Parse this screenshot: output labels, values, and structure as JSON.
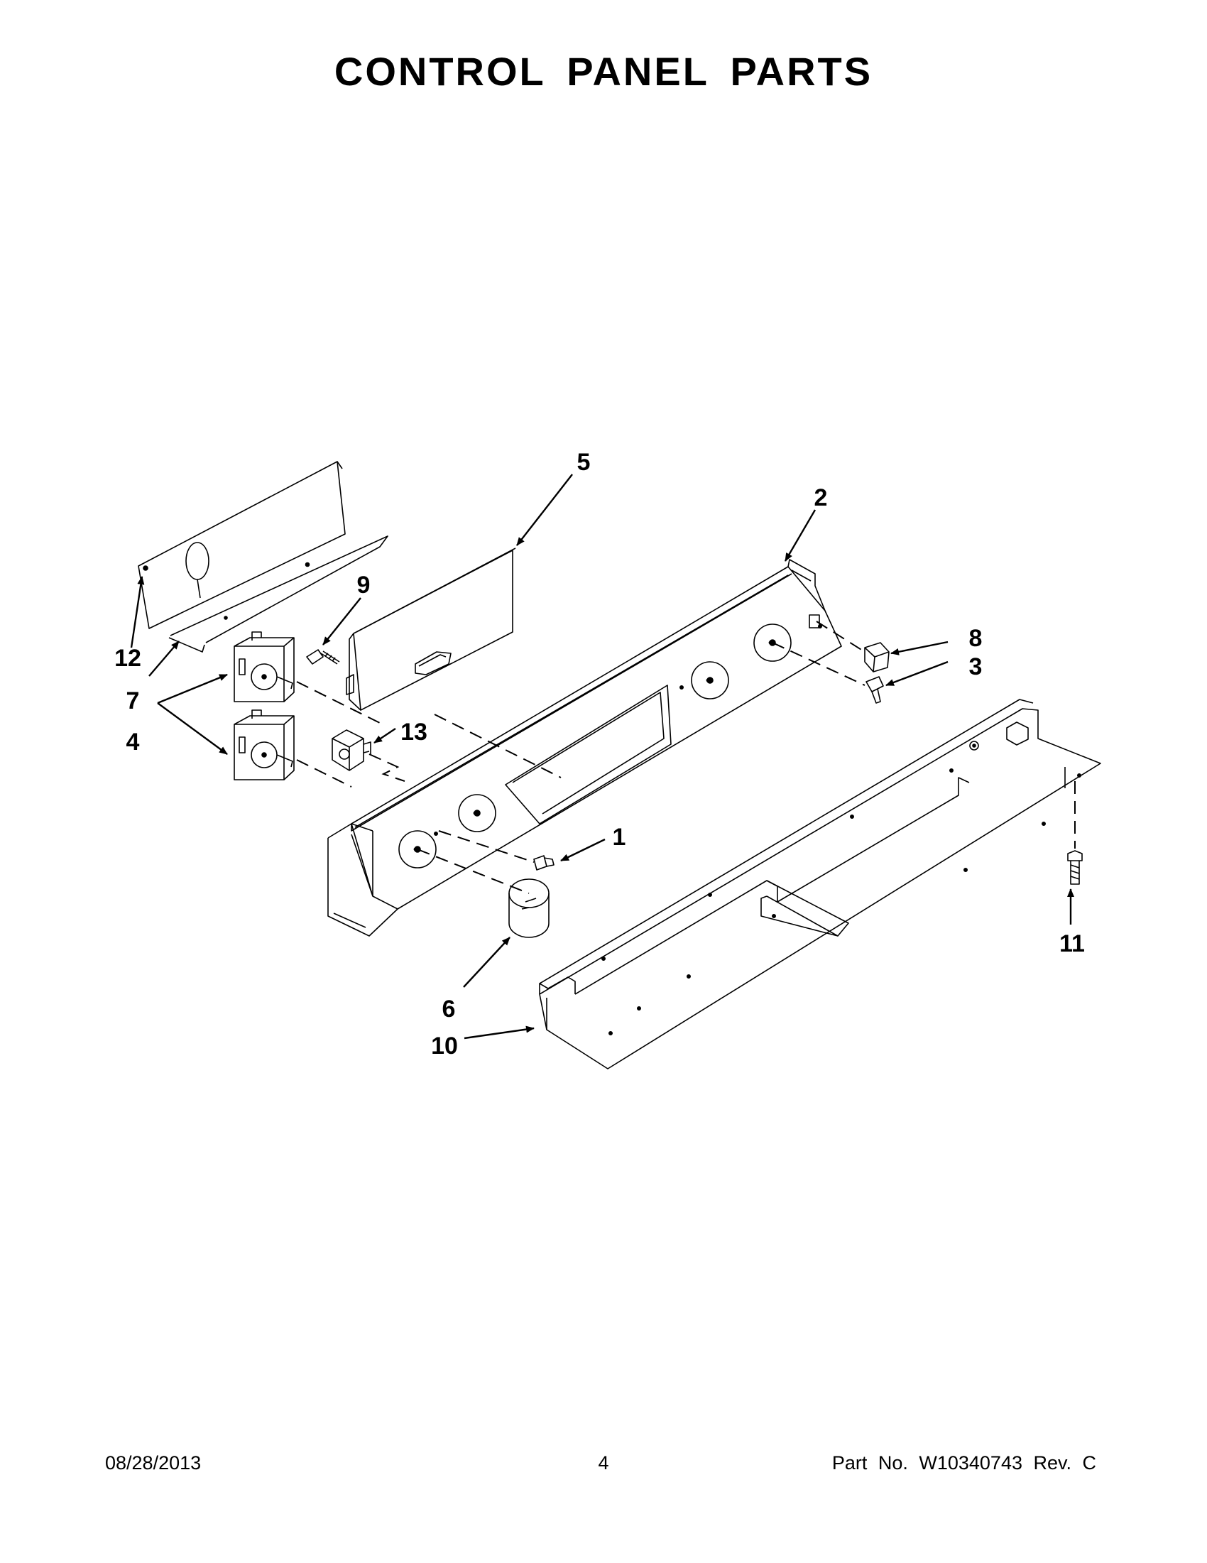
{
  "page": {
    "title": "CONTROL PANEL PARTS"
  },
  "callouts": [
    "1",
    "2",
    "3",
    "4",
    "5",
    "6",
    "7",
    "8",
    "9",
    "10",
    "11",
    "12",
    "13"
  ],
  "footer": {
    "date": "08/28/2013",
    "page_number": "4",
    "part_number": "Part No.  W10340743  Rev.  C"
  }
}
